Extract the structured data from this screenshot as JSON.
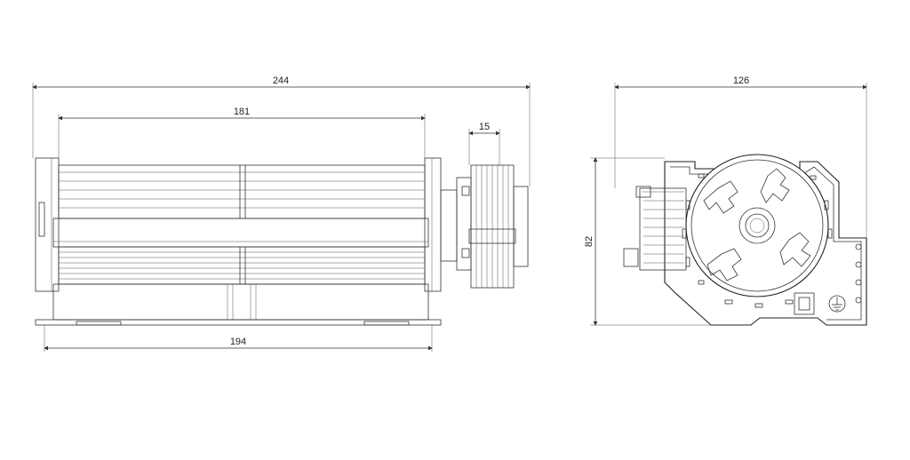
{
  "dimensions": {
    "front_overall_length": "244",
    "front_rotor_length": "181",
    "front_motor_width": "15",
    "front_base_length": "194",
    "side_width": "126",
    "side_height": "82"
  }
}
